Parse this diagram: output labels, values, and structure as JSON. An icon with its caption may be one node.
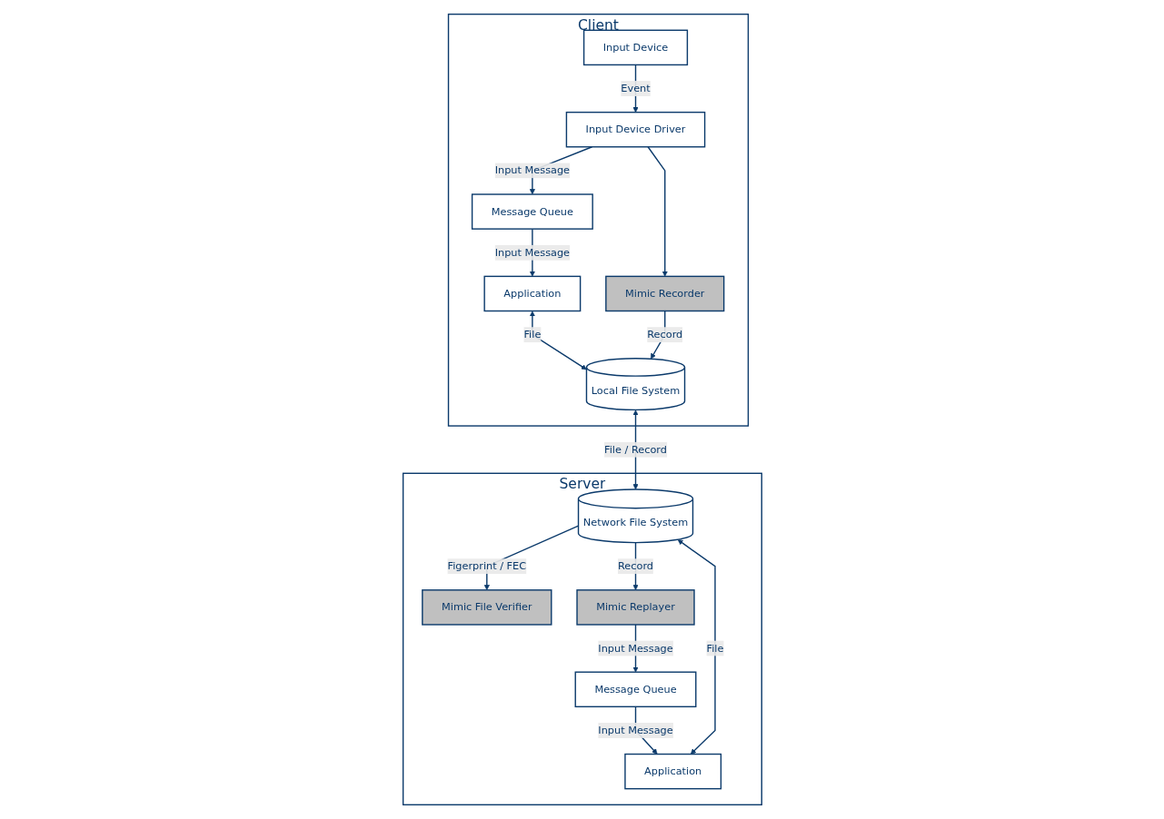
{
  "diagram": {
    "nodes": [
      {
        "text": [
          "Client"
        ]
      },
      {
        "text": [
          "Input Device"
        ],
        "in": 0
      },
      {
        "text": [
          "Input Device Driver"
        ],
        "in": 0
      },
      {
        "text": [
          "Message Queue"
        ],
        "in": 0
      },
      {
        "text": [
          "Application"
        ],
        "in": 0
      },
      {
        "text": [
          "Mimic Recorder"
        ],
        "in": 0
      },
      {
        "text": [
          "Local File System"
        ],
        "in": 0
      },
      {
        "text": [
          "Server"
        ]
      },
      {
        "text": [
          "Mimic File Verifier"
        ],
        "in": 7
      },
      {
        "text": [
          "Network File System"
        ],
        "in": 7
      },
      {
        "text": [
          "Mimic Replayer"
        ],
        "in": 7
      },
      {
        "text": [
          "Message Queue"
        ],
        "in": 7
      },
      {
        "text": [
          "Application"
        ],
        "in": 7
      }
    ],
    "edges": [
      {
        "from": 1,
        "to": 2,
        "arrow": "to",
        "label": "Event"
      },
      {
        "from": 2,
        "to": 3,
        "arrow": "to",
        "label": "Input Message"
      },
      {
        "from": 2,
        "to": 5,
        "arrow": "to"
      },
      {
        "from": 3,
        "to": 4,
        "arrow": "to",
        "label": "Input Message"
      },
      {
        "from": 4,
        "to": 6,
        "arrow": "both",
        "label": "File"
      },
      {
        "from": 5,
        "to": 6,
        "arrow": "to",
        "label": "Record"
      },
      {
        "from": 6,
        "to": 9,
        "arrow": "both",
        "label": "File / Record"
      },
      {
        "from": 9,
        "to": 8,
        "arrow": "to",
        "label": "Figerprint / FEC"
      },
      {
        "from": 9,
        "to": 10,
        "arrow": "to",
        "label": "Record"
      },
      {
        "from": 10,
        "to": 11,
        "arrow": "to",
        "label": "Input Message"
      },
      {
        "from": 11,
        "to": 12,
        "arrow": "to",
        "label": "Input Message"
      },
      {
        "from": 9,
        "to": 12,
        "arrow": "both",
        "label": "File"
      }
    ]
  }
}
